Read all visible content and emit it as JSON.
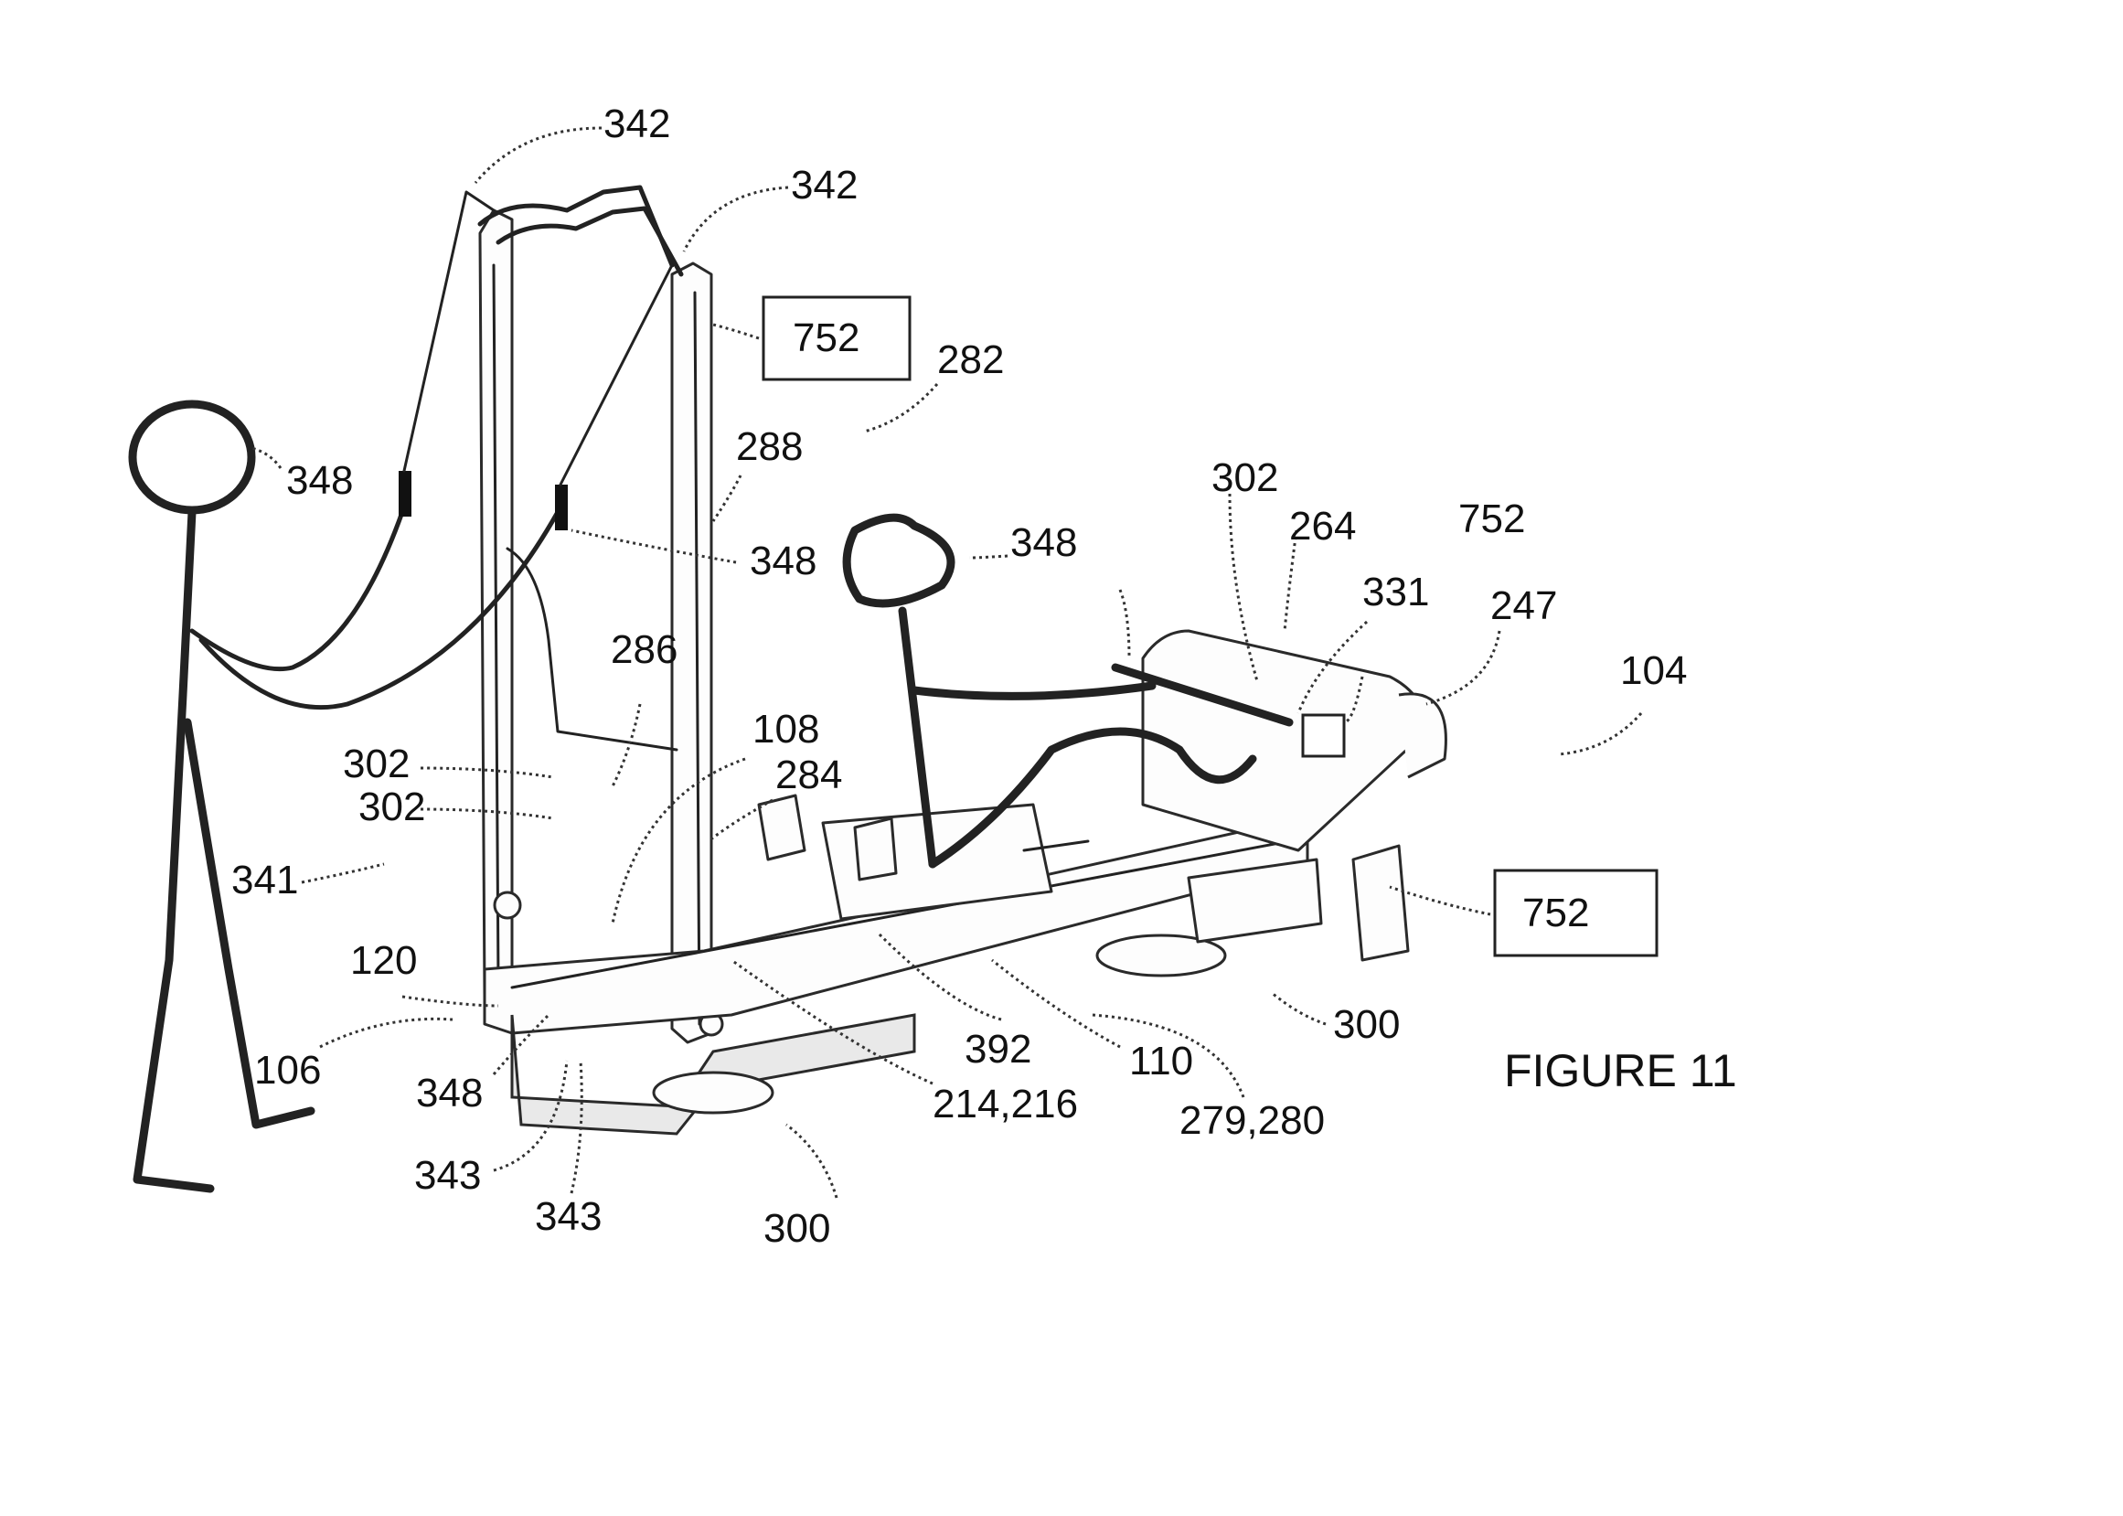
{
  "figure": {
    "caption": "FIGURE 11",
    "labels": {
      "l342a": "342",
      "l342b": "342",
      "l752a": "752",
      "l282": "282",
      "l288": "288",
      "l348a": "348",
      "l348b": "348",
      "l348c": "348",
      "l348d": "348",
      "l302a": "302",
      "l302b": "302",
      "l302c": "302",
      "l264": "264",
      "l752b": "752",
      "l331": "331",
      "l247": "247",
      "l104": "104",
      "l286": "286",
      "l108": "108",
      "l284": "284",
      "l341": "341",
      "l120": "120",
      "l106": "106",
      "l343a": "343",
      "l343b": "343",
      "l300a": "300",
      "l300b": "300",
      "l392": "392",
      "l214": "214,216",
      "l110": "110",
      "l279": "279,280",
      "l752c": "752"
    }
  }
}
